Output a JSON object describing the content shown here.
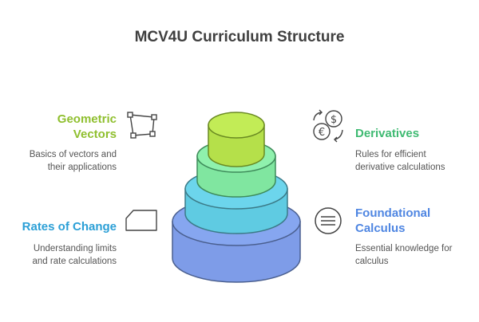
{
  "title": "MCV4U Curriculum Structure",
  "colors": {
    "tier1": "#c2ec56",
    "tier2": "#8ff1ad",
    "tier3": "#6cd5ec",
    "tier4": "#86a6f0",
    "heading_green": "#8fbf2e",
    "heading_teal": "#3fba72",
    "heading_blue": "#2b9fd6",
    "heading_blue2": "#4f86e2"
  },
  "items": [
    {
      "key": "geometric-vectors",
      "heading_line1": "Geometric",
      "heading_line2": "Vectors",
      "desc_line1": "Basics of vectors and",
      "desc_line2": "their applications",
      "icon": "polygon-vertices-icon"
    },
    {
      "key": "derivatives",
      "heading": "Derivatives",
      "desc_line1": "Rules for efficient",
      "desc_line2": "derivative calculations",
      "icon": "currency-exchange-icon"
    },
    {
      "key": "rates-of-change",
      "heading": "Rates of Change",
      "desc_line1": "Understanding limits",
      "desc_line2": "and rate calculations",
      "icon": "trapezoid-shape-icon"
    },
    {
      "key": "foundational-calculus",
      "heading_line1": "Foundational",
      "heading_line2": "Calculus",
      "desc_line1": "Essential knowledge for",
      "desc_line2": "calculus",
      "icon": "lines-circle-icon"
    }
  ]
}
